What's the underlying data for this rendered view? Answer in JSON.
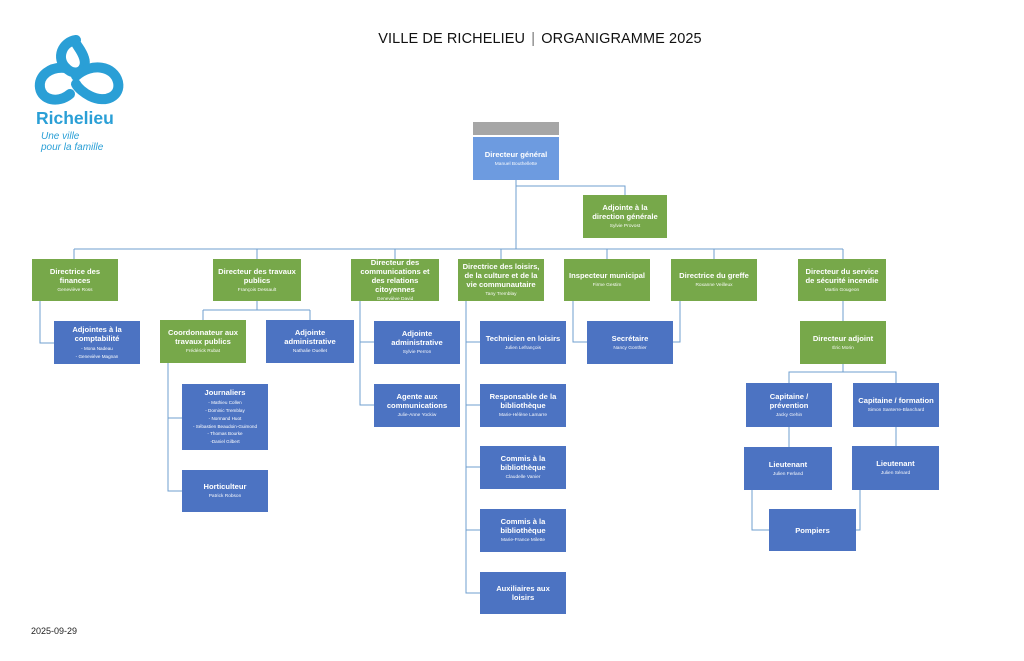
{
  "header": {
    "city": "VILLE DE RICHELIEU",
    "separator": "|",
    "doc": "ORGANIGRAMME 2025"
  },
  "logo": {
    "name": "Richelieu",
    "tagline_1": "Une ville",
    "tagline_2": "pour la famille",
    "color": "#2a9fd6"
  },
  "footer": {
    "date": "2025-09-29"
  },
  "colors": {
    "green": "#77a84a",
    "blue": "#4c73c2",
    "light_blue": "#6d9be0",
    "gray": "#a6a6a6",
    "line": "#6f9fcf"
  },
  "nodes": {
    "directeur_general": {
      "title": "Directeur général",
      "name": "Manuel Bouthellette"
    },
    "adjointe_direction": {
      "title": "Adjointe à la direction générale",
      "name": "Sylvie Provost"
    },
    "finances": {
      "title": "Directrice des finances",
      "name": "Geneviève Ross"
    },
    "travaux": {
      "title": "Directeur des travaux publics",
      "name": "François Dessault"
    },
    "communications": {
      "title": "Directeur des communications et des relations citoyennes",
      "name": "Geneviève David"
    },
    "loisirs": {
      "title": "Directrice des loisirs, de la culture et de la vie communautaire",
      "name": "Tany Tremblay"
    },
    "inspecteur": {
      "title": "Inspecteur municipal",
      "name": "Firme Gestim"
    },
    "greffe": {
      "title": "Directrice du greffe",
      "name": "Roxanne Veilleux"
    },
    "incendie": {
      "title": "Directeur du service de sécurité incendie",
      "name": "Martin Gougeon"
    },
    "adjointes_comptabilite": {
      "title": "Adjointes à la comptabilité",
      "names": [
        "- Mona Nadeau",
        "- Geneviève Magnan"
      ]
    },
    "coordonnateur": {
      "title": "Coordonnateur aux travaux publics",
      "name": "Frédérick Rubat"
    },
    "adjointe_admin_travaux": {
      "title": "Adjointe administrative",
      "name": "Nathalie Ouellet"
    },
    "journaliers": {
      "title": "Journaliers",
      "names": [
        "- Mathieu Collen",
        "- Dominic Tremblay",
        "- Normand Huot",
        "- Sébastien Beaudoin-Guimond",
        "- Thomas Bourke",
        "-Daniel Gilbert"
      ]
    },
    "horticulteur": {
      "title": "Horticulteur",
      "name": "Patrick Robson"
    },
    "adjointe_admin_comm": {
      "title": "Adjointe administrative",
      "name": "Sylvie Perron"
    },
    "agente_comm": {
      "title": "Agente aux communications",
      "name": "Julie-Anne Yockiw"
    },
    "technicien_loisirs": {
      "title": "Technicien en loisirs",
      "name": "Julien Lefrançois"
    },
    "responsable_biblio": {
      "title": "Responsable de la bibliothèque",
      "name": "Marie-Hélène Lamarre"
    },
    "commis_biblio_1": {
      "title": "Commis à la bibliothèque",
      "name": "Claudelle Vanier"
    },
    "commis_biblio_2": {
      "title": "Commis à la bibliothèque",
      "name": "Marie-France Milette"
    },
    "auxiliaires": {
      "title": "Auxiliaires aux loisirs"
    },
    "secretaire": {
      "title": "Secrétaire",
      "name": "Nancy Gonthier"
    },
    "directeur_adjoint": {
      "title": "Directeur adjoint",
      "name": "Éric Morin"
    },
    "capitaine_prevention": {
      "title": "Capitaine / prévention",
      "name": "Jacky Gehin"
    },
    "capitaine_formation": {
      "title": "Capitaine / formation",
      "name": "Simon Santerre-Blanchard"
    },
    "lieutenant_1": {
      "title": "Lieutenant",
      "name": "Julien Ferland"
    },
    "lieutenant_2": {
      "title": "Lieutenant",
      "name": "Julien Sénard"
    },
    "pompiers": {
      "title": "Pompiers"
    }
  }
}
